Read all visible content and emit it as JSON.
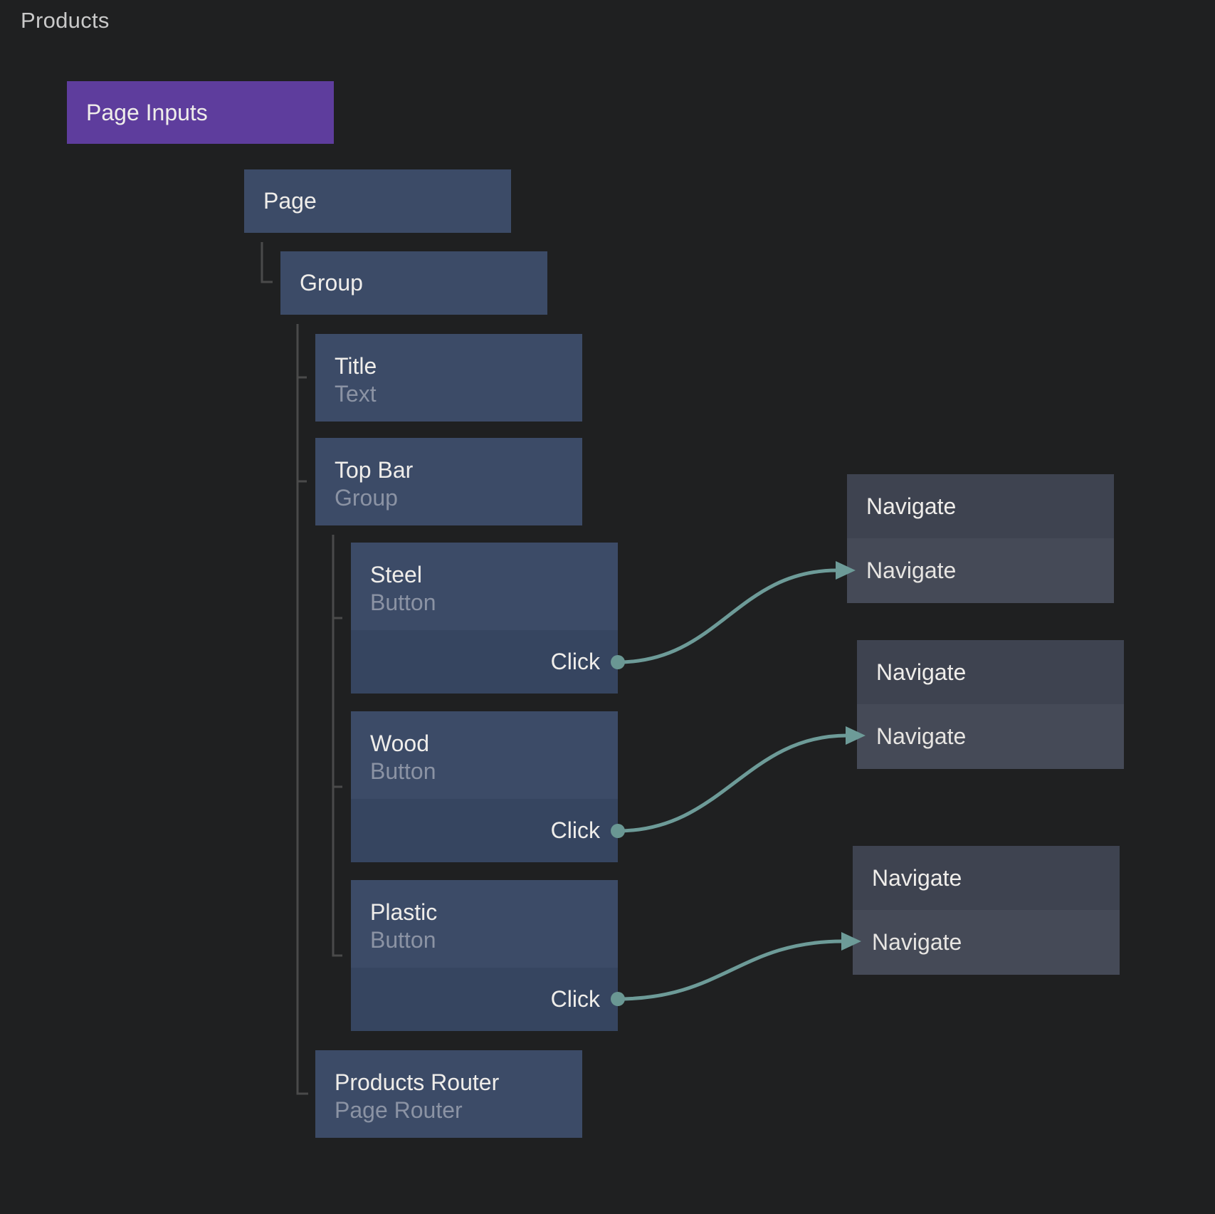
{
  "header": {
    "title": "Products"
  },
  "palette": {
    "background": "#1f2021",
    "component_node_blue": "#3c4b67",
    "component_port_row_blue": "#364560",
    "page_inputs_purple": "#5e3d9d",
    "action_header_gray": "#3e4350",
    "action_body_gray": "#454a57",
    "wire_teal": "#6d9b98",
    "tree_line_gray": "#4a4a4a",
    "title_text": "#efedea",
    "subtitle_text": "#8b93a4"
  },
  "tree": {
    "page_inputs": {
      "title": "Page Inputs"
    },
    "page": {
      "title": "Page"
    },
    "group": {
      "title": "Group"
    },
    "title_node": {
      "title": "Title",
      "subtitle": "Text"
    },
    "top_bar": {
      "title": "Top Bar",
      "subtitle": "Group"
    },
    "steel": {
      "title": "Steel",
      "subtitle": "Button",
      "event_label": "Click"
    },
    "wood": {
      "title": "Wood",
      "subtitle": "Button",
      "event_label": "Click"
    },
    "plastic": {
      "title": "Plastic",
      "subtitle": "Button",
      "event_label": "Click"
    },
    "products_router": {
      "title": "Products Router",
      "subtitle": "Page Router"
    }
  },
  "actions": [
    {
      "header": "Navigate",
      "row": "Navigate"
    },
    {
      "header": "Navigate",
      "row": "Navigate"
    },
    {
      "header": "Navigate",
      "row": "Navigate"
    }
  ]
}
